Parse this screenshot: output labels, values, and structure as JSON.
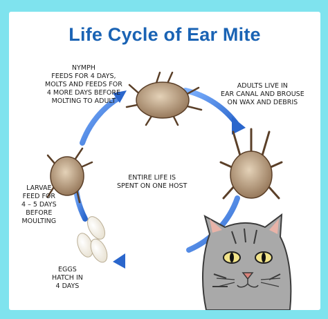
{
  "title": "Life Cycle of Ear Mite",
  "center": {
    "line1": "ENTIRE LIFE IS",
    "line2": "SPENT ON ONE HOST"
  },
  "stages": {
    "nymph": {
      "line1": "NYMPH",
      "line2": "FEEDS FOR 4 DAYS,",
      "line3": "MOLTS  AND FEEDS FOR",
      "line4": "4 MORE DAYS BEFORE",
      "line5": "MOLTING TO ADULT"
    },
    "adult": {
      "line1": "ADULTS LIVE IN",
      "line2": "EAR CANAL AND BROUSE",
      "line3": "ON WAX AND DEBRIS"
    },
    "larvae": {
      "line1": "LARVAE",
      "line2": "FEED FOR",
      "line3": "4 – 5 DAYS",
      "line4": "BEFORE",
      "line5": "MOULTING"
    },
    "eggs": {
      "line1": "EGGS",
      "line2": "HATCH IN",
      "line3": "4 DAYS"
    }
  },
  "colors": {
    "border": "#7fe3ee",
    "title": "#1a63b4",
    "arrow": "#2f6fd6",
    "mite": "#a8886a",
    "egg": "#f3ecdc"
  },
  "icons": [
    "nymph-mite-icon",
    "adult-mite-icon",
    "larva-mite-icon",
    "egg-icon",
    "cat-icon"
  ]
}
